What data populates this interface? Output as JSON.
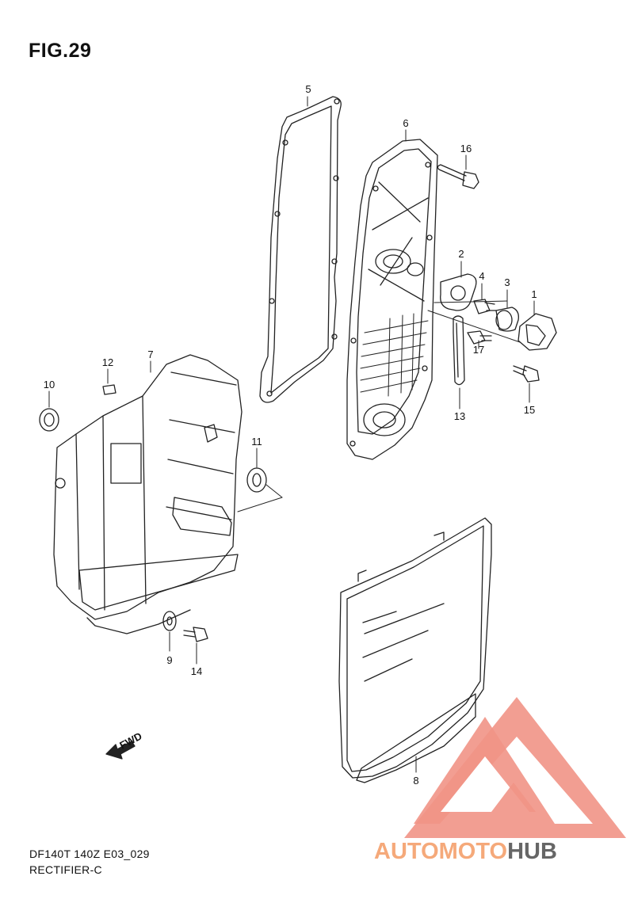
{
  "figure": {
    "title": "FIG.29",
    "model": "DF140T 140Z E03_029",
    "section": "RECTIFIER-C",
    "fwd_label": "FWD"
  },
  "callouts": [
    {
      "id": "c1",
      "label": "1"
    },
    {
      "id": "c2",
      "label": "2"
    },
    {
      "id": "c3",
      "label": "3"
    },
    {
      "id": "c4",
      "label": "4"
    },
    {
      "id": "c5",
      "label": "5"
    },
    {
      "id": "c6",
      "label": "6"
    },
    {
      "id": "c7",
      "label": "7"
    },
    {
      "id": "c8",
      "label": "8"
    },
    {
      "id": "c9",
      "label": "9"
    },
    {
      "id": "c10",
      "label": "10"
    },
    {
      "id": "c11",
      "label": "11"
    },
    {
      "id": "c12",
      "label": "12"
    },
    {
      "id": "c13",
      "label": "13"
    },
    {
      "id": "c14",
      "label": "14"
    },
    {
      "id": "c15",
      "label": "15"
    },
    {
      "id": "c16",
      "label": "16"
    },
    {
      "id": "c17",
      "label": "17"
    }
  ],
  "watermark": {
    "brand_part1": "AUTOMOTO",
    "brand_part2": "HUB",
    "color_primary": "#f08a7e",
    "color_secondary": "#f5a97a",
    "color_dark": "#666666"
  }
}
